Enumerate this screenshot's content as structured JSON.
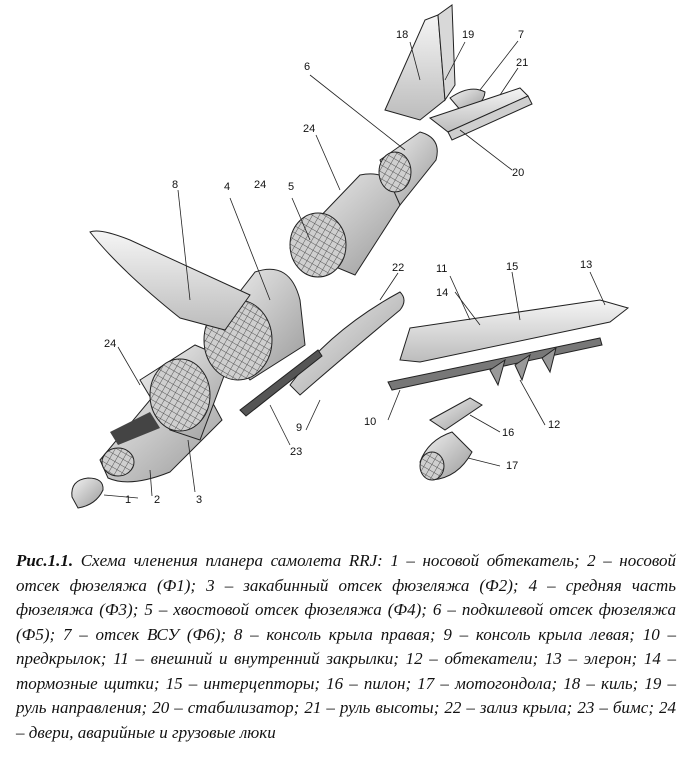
{
  "figure": {
    "labels": [
      "1",
      "2",
      "3",
      "4",
      "5",
      "6",
      "7",
      "8",
      "9",
      "10",
      "11",
      "12",
      "13",
      "14",
      "15",
      "16",
      "17",
      "18",
      "19",
      "20",
      "21",
      "22",
      "23",
      "24",
      "24",
      "24"
    ]
  },
  "caption": {
    "figure_number": "Рис.1.1.",
    "text": " Схема членения планера самолета RRJ: 1 – носовой обтекатель; 2 – носовой отсек фюзеляжа (Ф1); 3 – закабинный отсек фюзеляжа (Ф2); 4 – средняя часть фюзеляжа (Ф3); 5 – хвостовой отсек фюзеляжа (Ф4); 6 – подкилевой отсек фюзеляжа (Ф5); 7 – отсек ВСУ (Ф6); 8 – консоль крыла правая; 9 – консоль крыла левая; 10 – предкрылок; 11 – внешний и внутренний закрылки; 12 – обтекатели; 13 – элерон; 14 – тормозные щитки; 15 – интерцепторы; 16 – пилон; 17 – мотогондола; 18 – киль; 19 – руль направления; 20 – стабилизатор; 21 – руль высоты; 22 – зализ крыла; 23 – бимс; 24 – двери, аварийные и грузовые люки"
  }
}
